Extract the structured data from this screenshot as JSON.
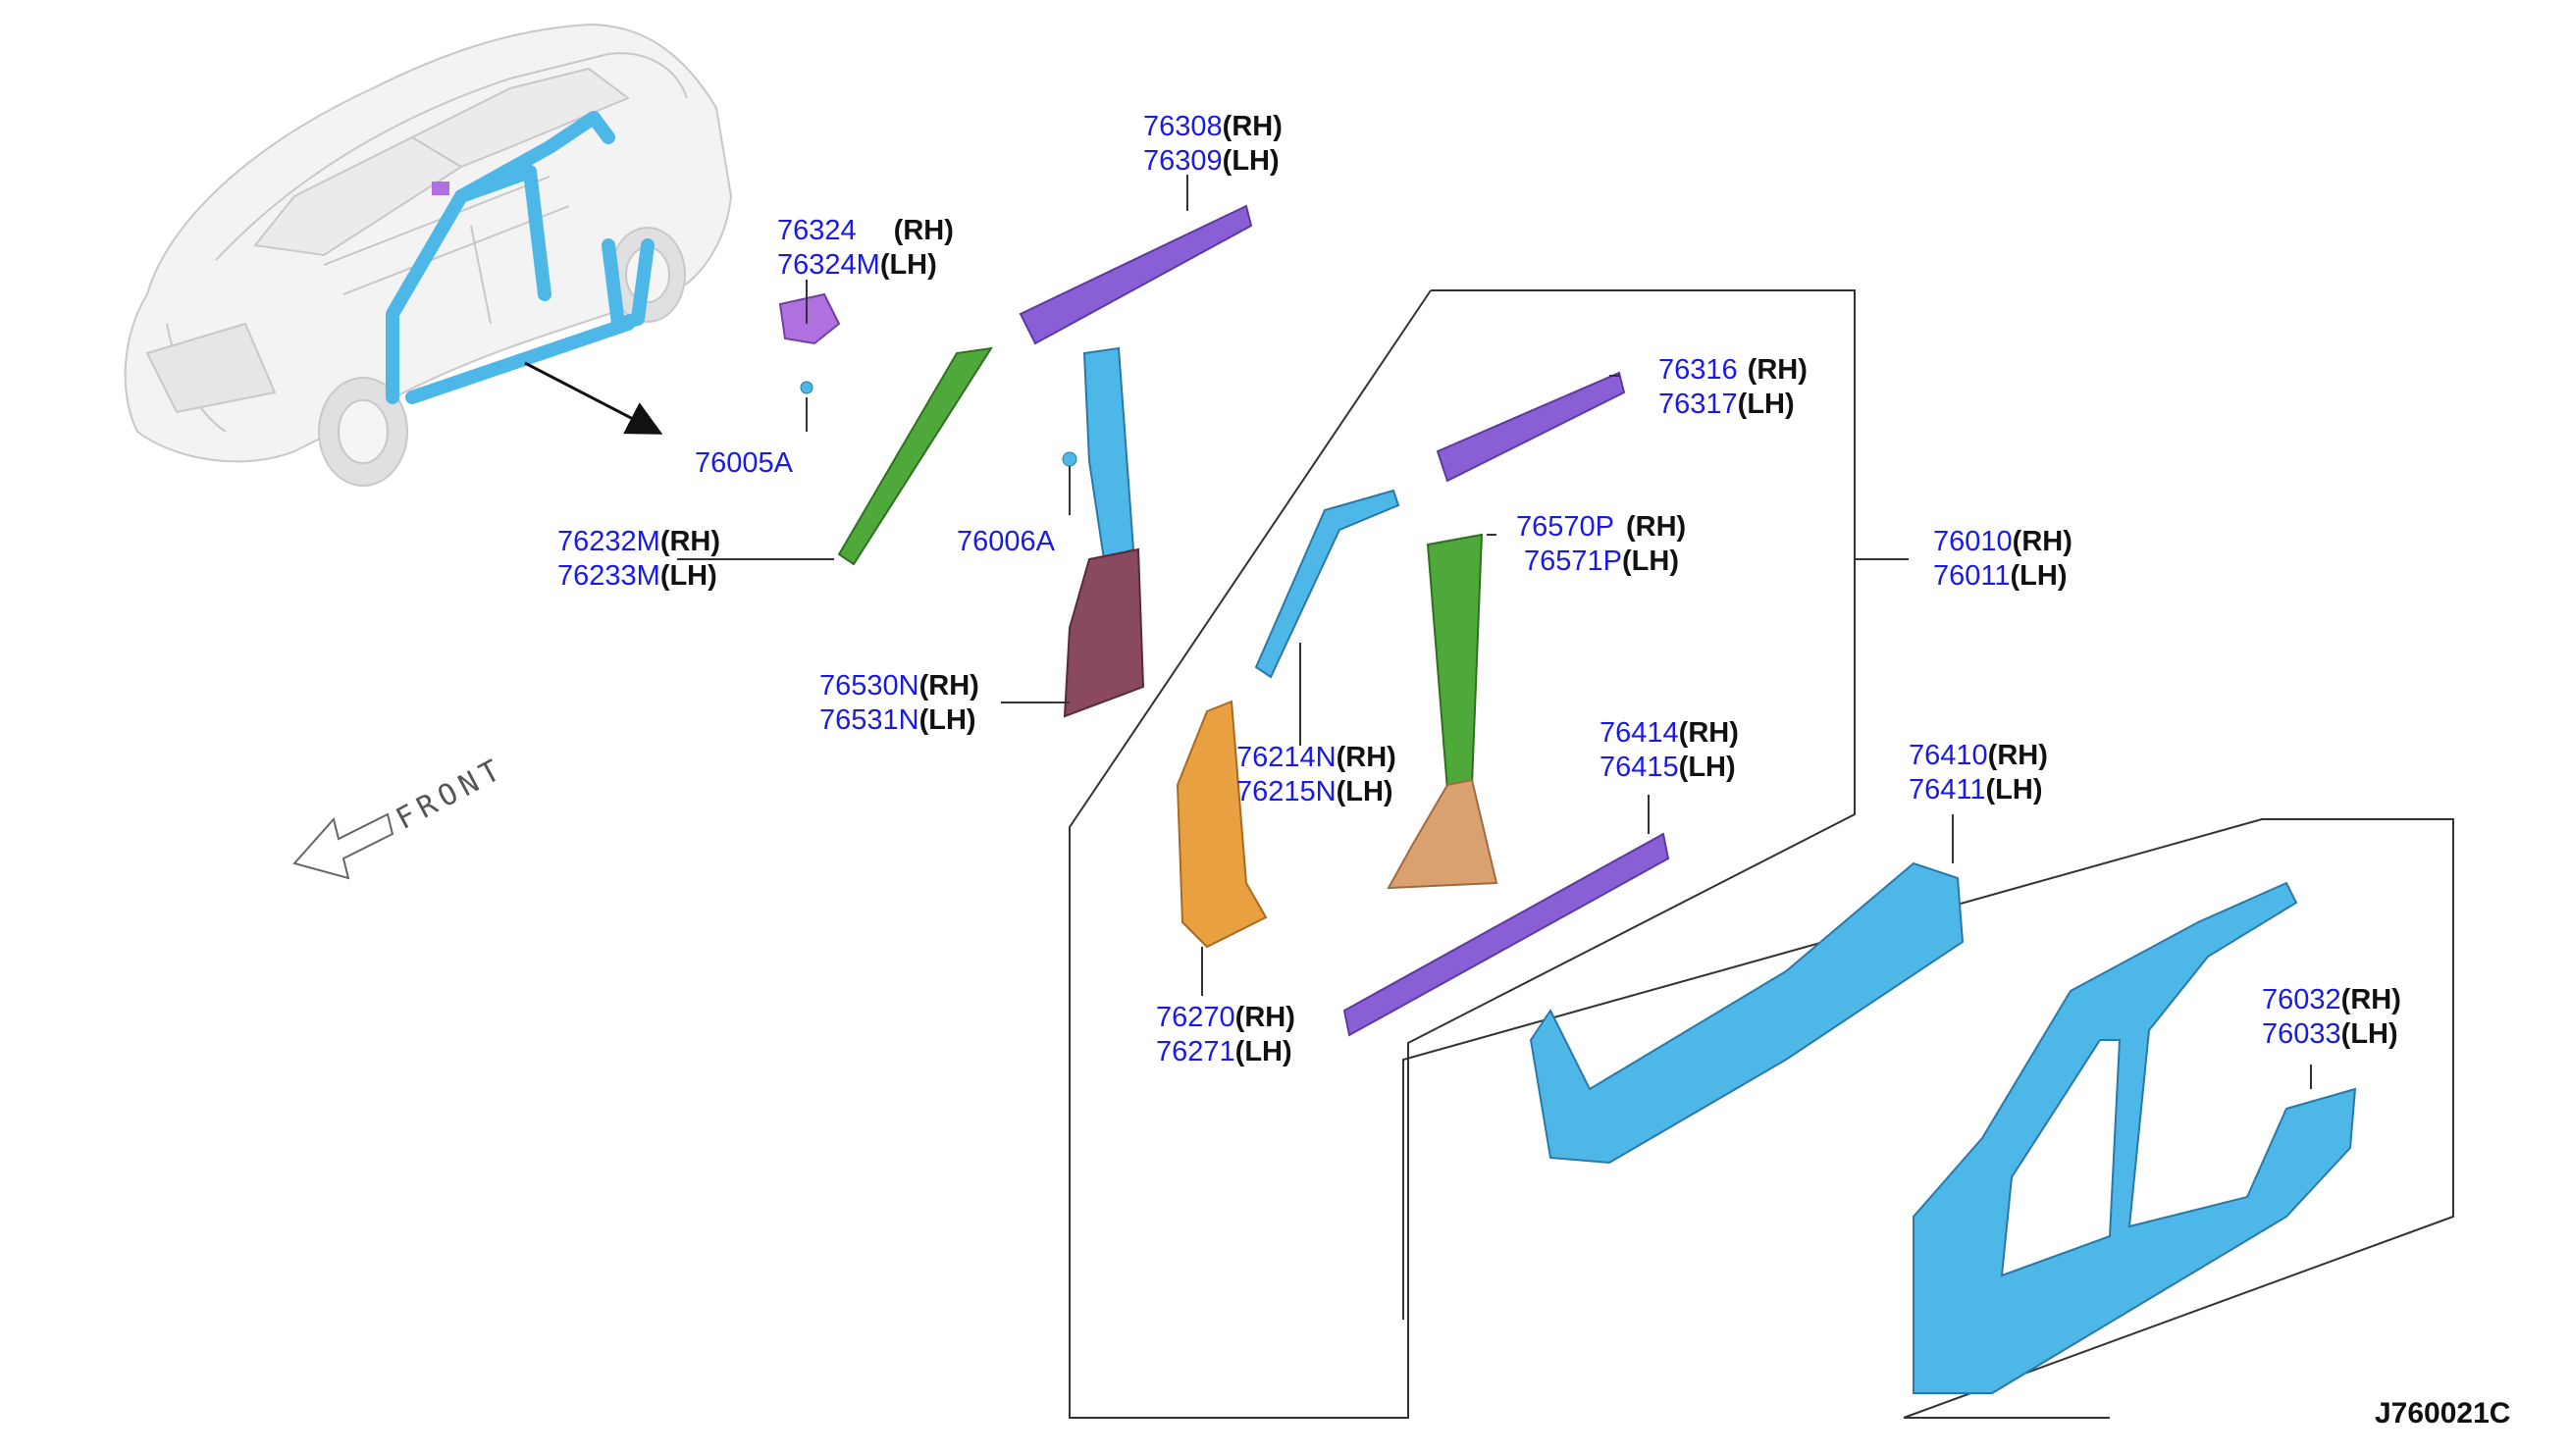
{
  "colors": {
    "label_blue": "#1a1ae6",
    "cyan_part": "#4db8e8",
    "green_part": "#4fa83a",
    "purple_part": "#8a5fd6",
    "maroon_part": "#8a4a5e",
    "orange_part": "#e8a040",
    "tan_part": "#d9a070"
  },
  "callouts": [
    {
      "id": "76308",
      "lines": [
        {
          "num": "76308",
          "side": "(RH)"
        },
        {
          "num": "76309",
          "side": "(LH)"
        }
      ]
    },
    {
      "id": "76324",
      "lines": [
        {
          "num": "76324",
          "side": "(RH)"
        },
        {
          "num": "76324M",
          "side": "(LH)"
        }
      ]
    },
    {
      "id": "76005A",
      "lines": [
        {
          "num": "76005A",
          "side": ""
        }
      ]
    },
    {
      "id": "76232M",
      "lines": [
        {
          "num": "76232M",
          "side": "(RH)"
        },
        {
          "num": "76233M",
          "side": "(LH)"
        }
      ]
    },
    {
      "id": "76006A",
      "lines": [
        {
          "num": "76006A",
          "side": ""
        }
      ]
    },
    {
      "id": "76530N",
      "lines": [
        {
          "num": "76530N",
          "side": "(RH)"
        },
        {
          "num": "76531N",
          "side": "(LH)"
        }
      ]
    },
    {
      "id": "76316",
      "lines": [
        {
          "num": "76316",
          "side": "(RH)"
        },
        {
          "num": "76317",
          "side": "(LH)"
        }
      ]
    },
    {
      "id": "76570P",
      "lines": [
        {
          "num": "76570P",
          "side": "(RH)"
        },
        {
          "num": "76571P",
          "side": "(LH)"
        }
      ]
    },
    {
      "id": "76010",
      "lines": [
        {
          "num": "76010",
          "side": "(RH)"
        },
        {
          "num": "76011",
          "side": "(LH)"
        }
      ]
    },
    {
      "id": "76214N",
      "lines": [
        {
          "num": "76214N",
          "side": "(RH)"
        },
        {
          "num": "76215N",
          "side": "(LH)"
        }
      ]
    },
    {
      "id": "76414",
      "lines": [
        {
          "num": "76414",
          "side": "(RH)"
        },
        {
          "num": "76415",
          "side": "(LH)"
        }
      ]
    },
    {
      "id": "76410",
      "lines": [
        {
          "num": "76410",
          "side": "(RH)"
        },
        {
          "num": "76411",
          "side": "(LH)"
        }
      ]
    },
    {
      "id": "76270",
      "lines": [
        {
          "num": "76270",
          "side": "(RH)"
        },
        {
          "num": "76271",
          "side": "(LH)"
        }
      ]
    },
    {
      "id": "76032",
      "lines": [
        {
          "num": "76032",
          "side": "(RH)"
        },
        {
          "num": "76033",
          "side": "(LH)"
        }
      ]
    }
  ],
  "front_label": "FRONT",
  "diagram_code": "J760021C"
}
